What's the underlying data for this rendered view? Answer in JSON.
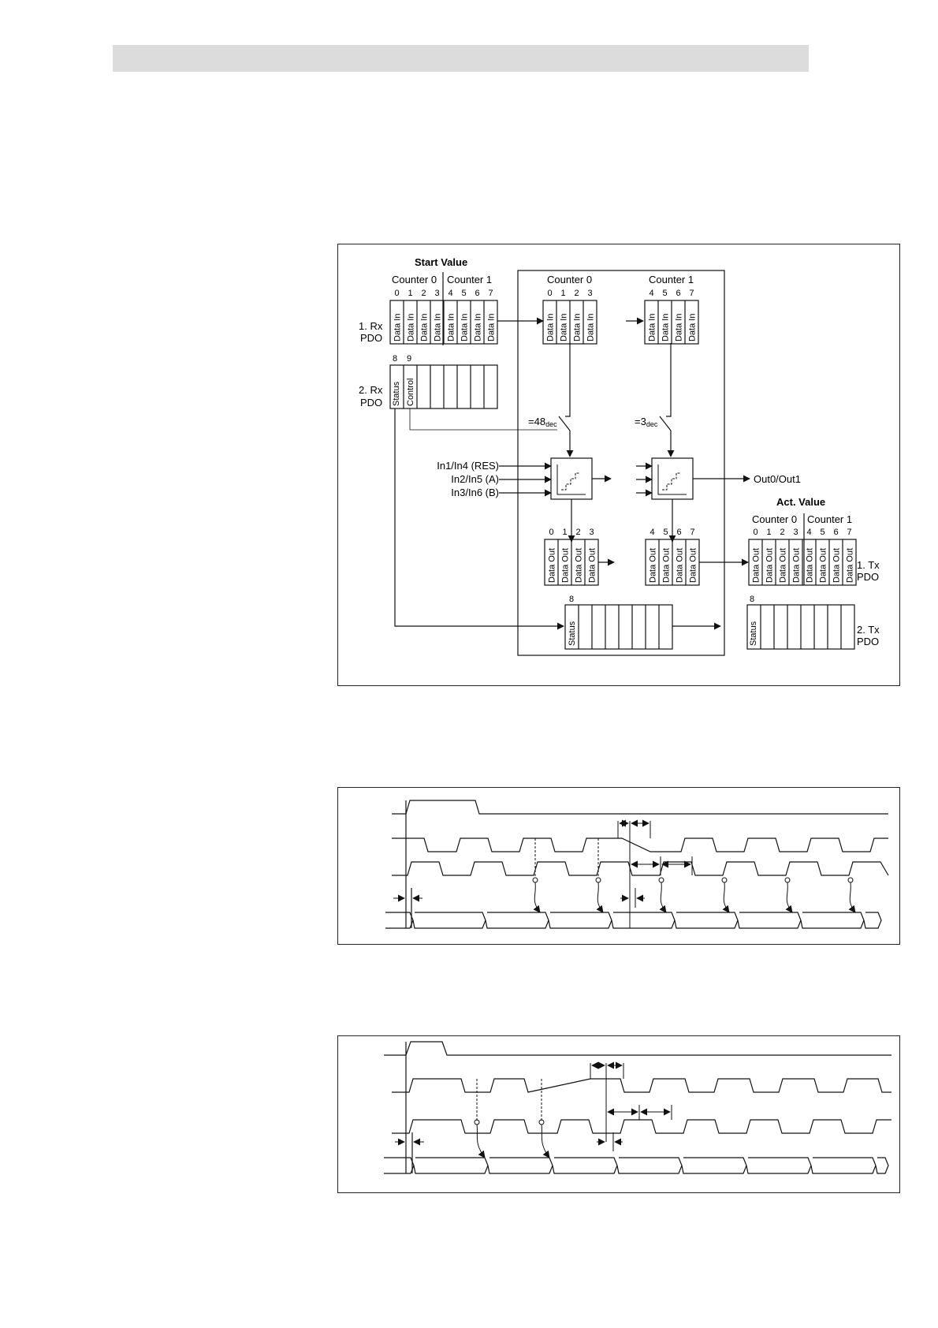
{
  "block_diagram": {
    "start_value": "Start Value",
    "act_value": "Act. Value",
    "counter0": "Counter 0",
    "counter1": "Counter 1",
    "rx_pdo1": [
      "1. Rx",
      "PDO"
    ],
    "rx_pdo2": [
      "2. Rx",
      "PDO"
    ],
    "tx_pdo1": [
      "1. Tx",
      "PDO"
    ],
    "tx_pdo2": [
      "2. Tx",
      "PDO"
    ],
    "data_in": "Data In",
    "data_out": "Data Out",
    "status": "Status",
    "control": "Control",
    "idx_0_3": [
      "0",
      "1",
      "2",
      "3"
    ],
    "idx_4_7": [
      "4",
      "5",
      "6",
      "7"
    ],
    "idx_0_7": [
      "0",
      "1",
      "2",
      "3",
      "4",
      "5",
      "6",
      "7"
    ],
    "idx_8": "8",
    "idx_9": "9",
    "cmp_48": {
      "main": "=48",
      "sub": "dec"
    },
    "cmp_3": {
      "main": "=3",
      "sub": "dec"
    },
    "inputs": [
      "In1/In4 (RES)",
      "In2/In5 (A)",
      "In3/In6 (B)"
    ],
    "output": "Out0/Out1"
  },
  "colors": {
    "line": "#111111",
    "header_bar": "#dcdcdc"
  }
}
